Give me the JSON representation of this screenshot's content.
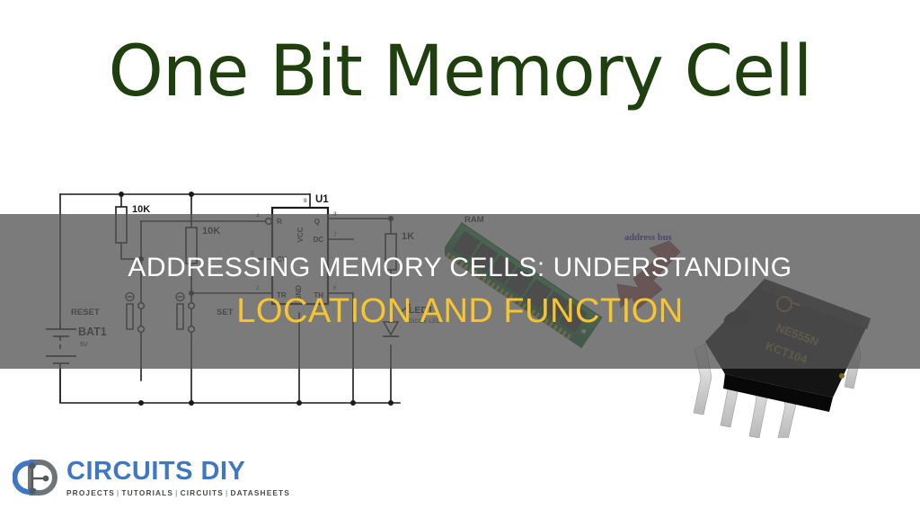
{
  "page": {
    "title": "One Bit Memory Cell",
    "background_color": "#ffffff",
    "title_color": "#1f3f0e"
  },
  "overlay": {
    "band_color": "#565656",
    "line1": "ADDRESSING MEMORY CELLS: UNDERSTANDING",
    "line1_color": "#ffffff",
    "line2": "LOCATION AND FUNCTION",
    "line2_color": "#f6c52f"
  },
  "schematic": {
    "ic_ref": "U1",
    "ic_pins": {
      "r": "R",
      "vcc": "VCC",
      "q": "Q",
      "dc": "DC",
      "cv": "CV",
      "tr": "TR",
      "gnd": "GND",
      "th": "TH"
    },
    "pin_numbers": {
      "r": "4",
      "vcc": "8",
      "q": "3",
      "dc": "7",
      "cv": "5",
      "tr": "2",
      "gnd": "1",
      "th": "6"
    },
    "resistor_r1": "10K",
    "resistor_r2": "10K",
    "resistor_r3": "1K",
    "switch_reset": "RESET",
    "switch_set": "SET",
    "battery_ref": "BAT1",
    "battery_value": "9V",
    "led_ref": "LED1",
    "led_type": "DIODE-LED"
  },
  "ram_illustration": {
    "label": "RAM",
    "bus_label": "address bus",
    "bus_label_color": "#1a1aa8",
    "arrow_color": "#a8585e",
    "pcb_color": "#0f7a30"
  },
  "chip_illustration": {
    "marking_line1": "NE555N",
    "marking_line2": "KCT104",
    "body_color": "#141414"
  },
  "logo": {
    "mark_c_color": "#3f77c4",
    "mark_d_color": "#6e7478",
    "word_part1": "C",
    "word_part2": "IRCU",
    "word_part3": "ITS D",
    "word_part4": "I",
    "word_part5": "Y",
    "word_full": "CIRCUITS DIY",
    "tagline_items": [
      "PROJECTS",
      "TUTORIALS",
      "CIRCUITS",
      "DATASHEETS"
    ],
    "tagline_separator": "|",
    "word_color": "#3f77c4",
    "tagline_color": "#4a4a4a"
  }
}
